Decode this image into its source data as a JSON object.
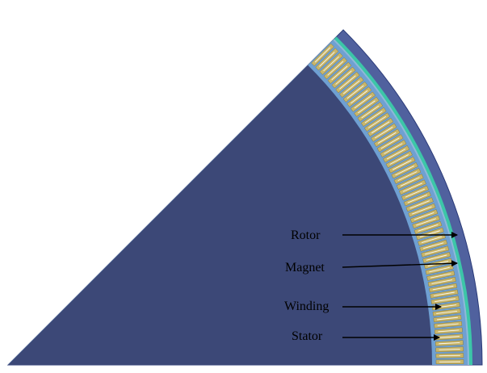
{
  "labels": {
    "rotor": "Rotor",
    "magnet": "Magnet",
    "winding": "Winding",
    "stator": "Stator"
  },
  "colors": {
    "rotor": "#50619e",
    "rotor_edge": "#2a3a78",
    "magnet": "#3cc6a8",
    "gap": "#8fb8d8",
    "stator": "#6fa0d2",
    "stator_core": "#3c4877",
    "slot": "#c9b66a",
    "slot_divider": "#ffffff",
    "arrow": "#000000"
  },
  "slot_count": 56
}
